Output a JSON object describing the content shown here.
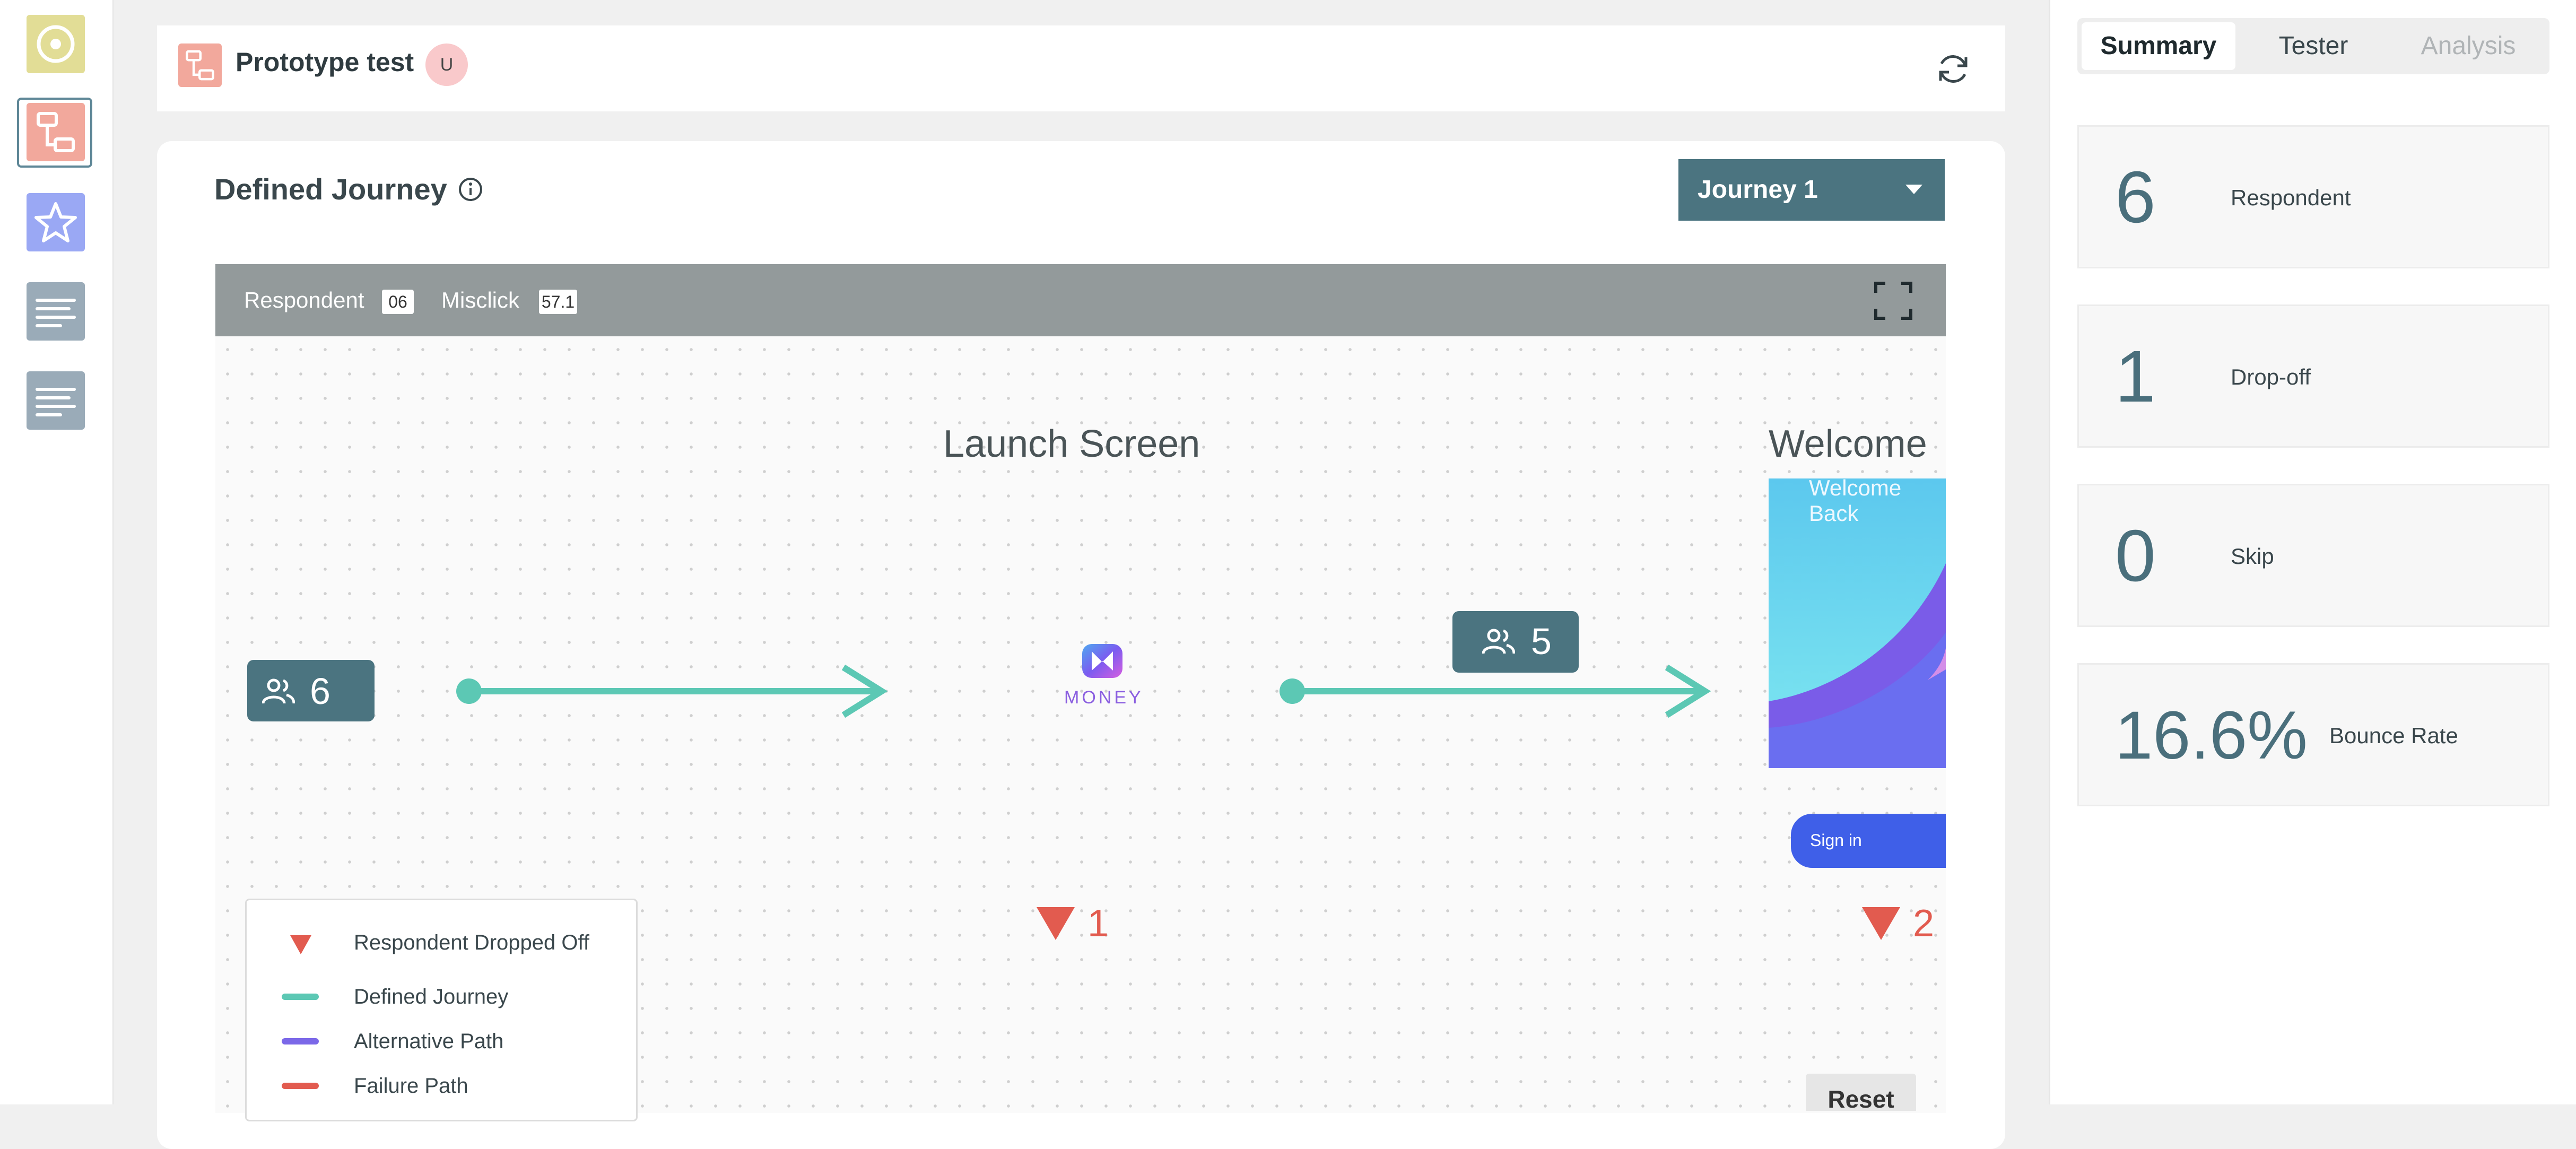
{
  "header": {
    "title": "Prototype test",
    "avatar_initial": "U"
  },
  "journey": {
    "section_title": "Defined Journey",
    "selected": "Journey 1"
  },
  "canvas_header": {
    "respondent_label": "Respondent",
    "respondent_count": "06",
    "misclick_label": "Misclick",
    "misclick_value": "57.1"
  },
  "flow": {
    "start_count": "6",
    "nodes": [
      {
        "title": "Launch Screen",
        "logo_text": "MONEY",
        "drop_count": "1"
      },
      {
        "title": "Welcome",
        "screen_text": "Welcome Back",
        "button_text": "Sign in",
        "drop_count": "2"
      }
    ],
    "edge_count": "5"
  },
  "legend": [
    {
      "label": "Respondent Dropped Off",
      "color": "#e25b4f"
    },
    {
      "label": "Defined Journey",
      "color": "#5cc8b4"
    },
    {
      "label": "Alternative Path",
      "color": "#7b68e8"
    },
    {
      "label": "Failure Path",
      "color": "#e25b4f"
    }
  ],
  "reset_label": "Reset",
  "tabs": {
    "summary": "Summary",
    "tester": "Tester",
    "analysis": "Analysis"
  },
  "stats": [
    {
      "value": "6",
      "label": "Respondent"
    },
    {
      "value": "1",
      "label": "Drop-off"
    },
    {
      "value": "0",
      "label": "Skip"
    },
    {
      "value": "16.6%",
      "label": "Bounce Rate"
    }
  ],
  "colors": {
    "accent": "#4b7480",
    "journey_line": "#5cc8b4",
    "drop": "#e25b4f"
  }
}
